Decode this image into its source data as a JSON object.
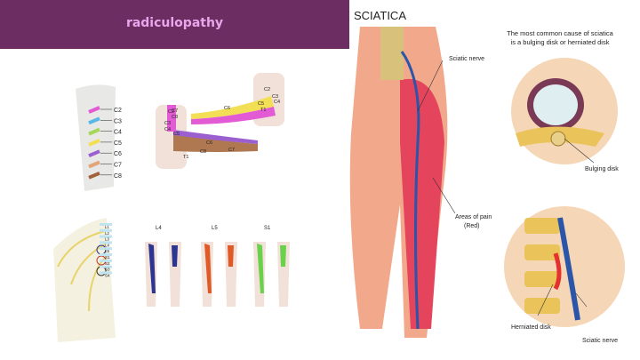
{
  "banner": {
    "title": "radiculopathy",
    "color": "#6c2d62",
    "title_color": "#e9a6ec"
  },
  "cervical": {
    "spine_labels": [
      "C2",
      "C3",
      "C4",
      "C5",
      "C6",
      "C7",
      "C8"
    ],
    "arm_labels_front": [
      "C2",
      "C3",
      "C4",
      "C5",
      "C6",
      "C7",
      "C8",
      "T1"
    ],
    "arm_labels_back": [
      "C2",
      "C3",
      "C4",
      "C5",
      "C6",
      "C7",
      "C8",
      "T1"
    ]
  },
  "lumbar": {
    "spine_labels": [
      "L1",
      "L2",
      "L3",
      "L4",
      "L5",
      "S1",
      "S2",
      "S3",
      "S4"
    ],
    "leg_titles": [
      "L4",
      "L5",
      "S1"
    ],
    "leg_colors": [
      "#2e3590",
      "#e05a28",
      "#6ad24a"
    ]
  },
  "sciatica": {
    "title": "SCIATICA",
    "caption": [
      "The most common cause of sciatica",
      "is a bulging disk or herniated disk"
    ],
    "labels": {
      "sciatic_nerve": "Sciatic nerve",
      "areas_of_pain": [
        "Areas of pain",
        "(Red)"
      ],
      "bulging_disk": "Bulging disk",
      "herniated_disk": "Herniated disk",
      "sciatic_nerve_2": "Sciatic nerve"
    }
  }
}
